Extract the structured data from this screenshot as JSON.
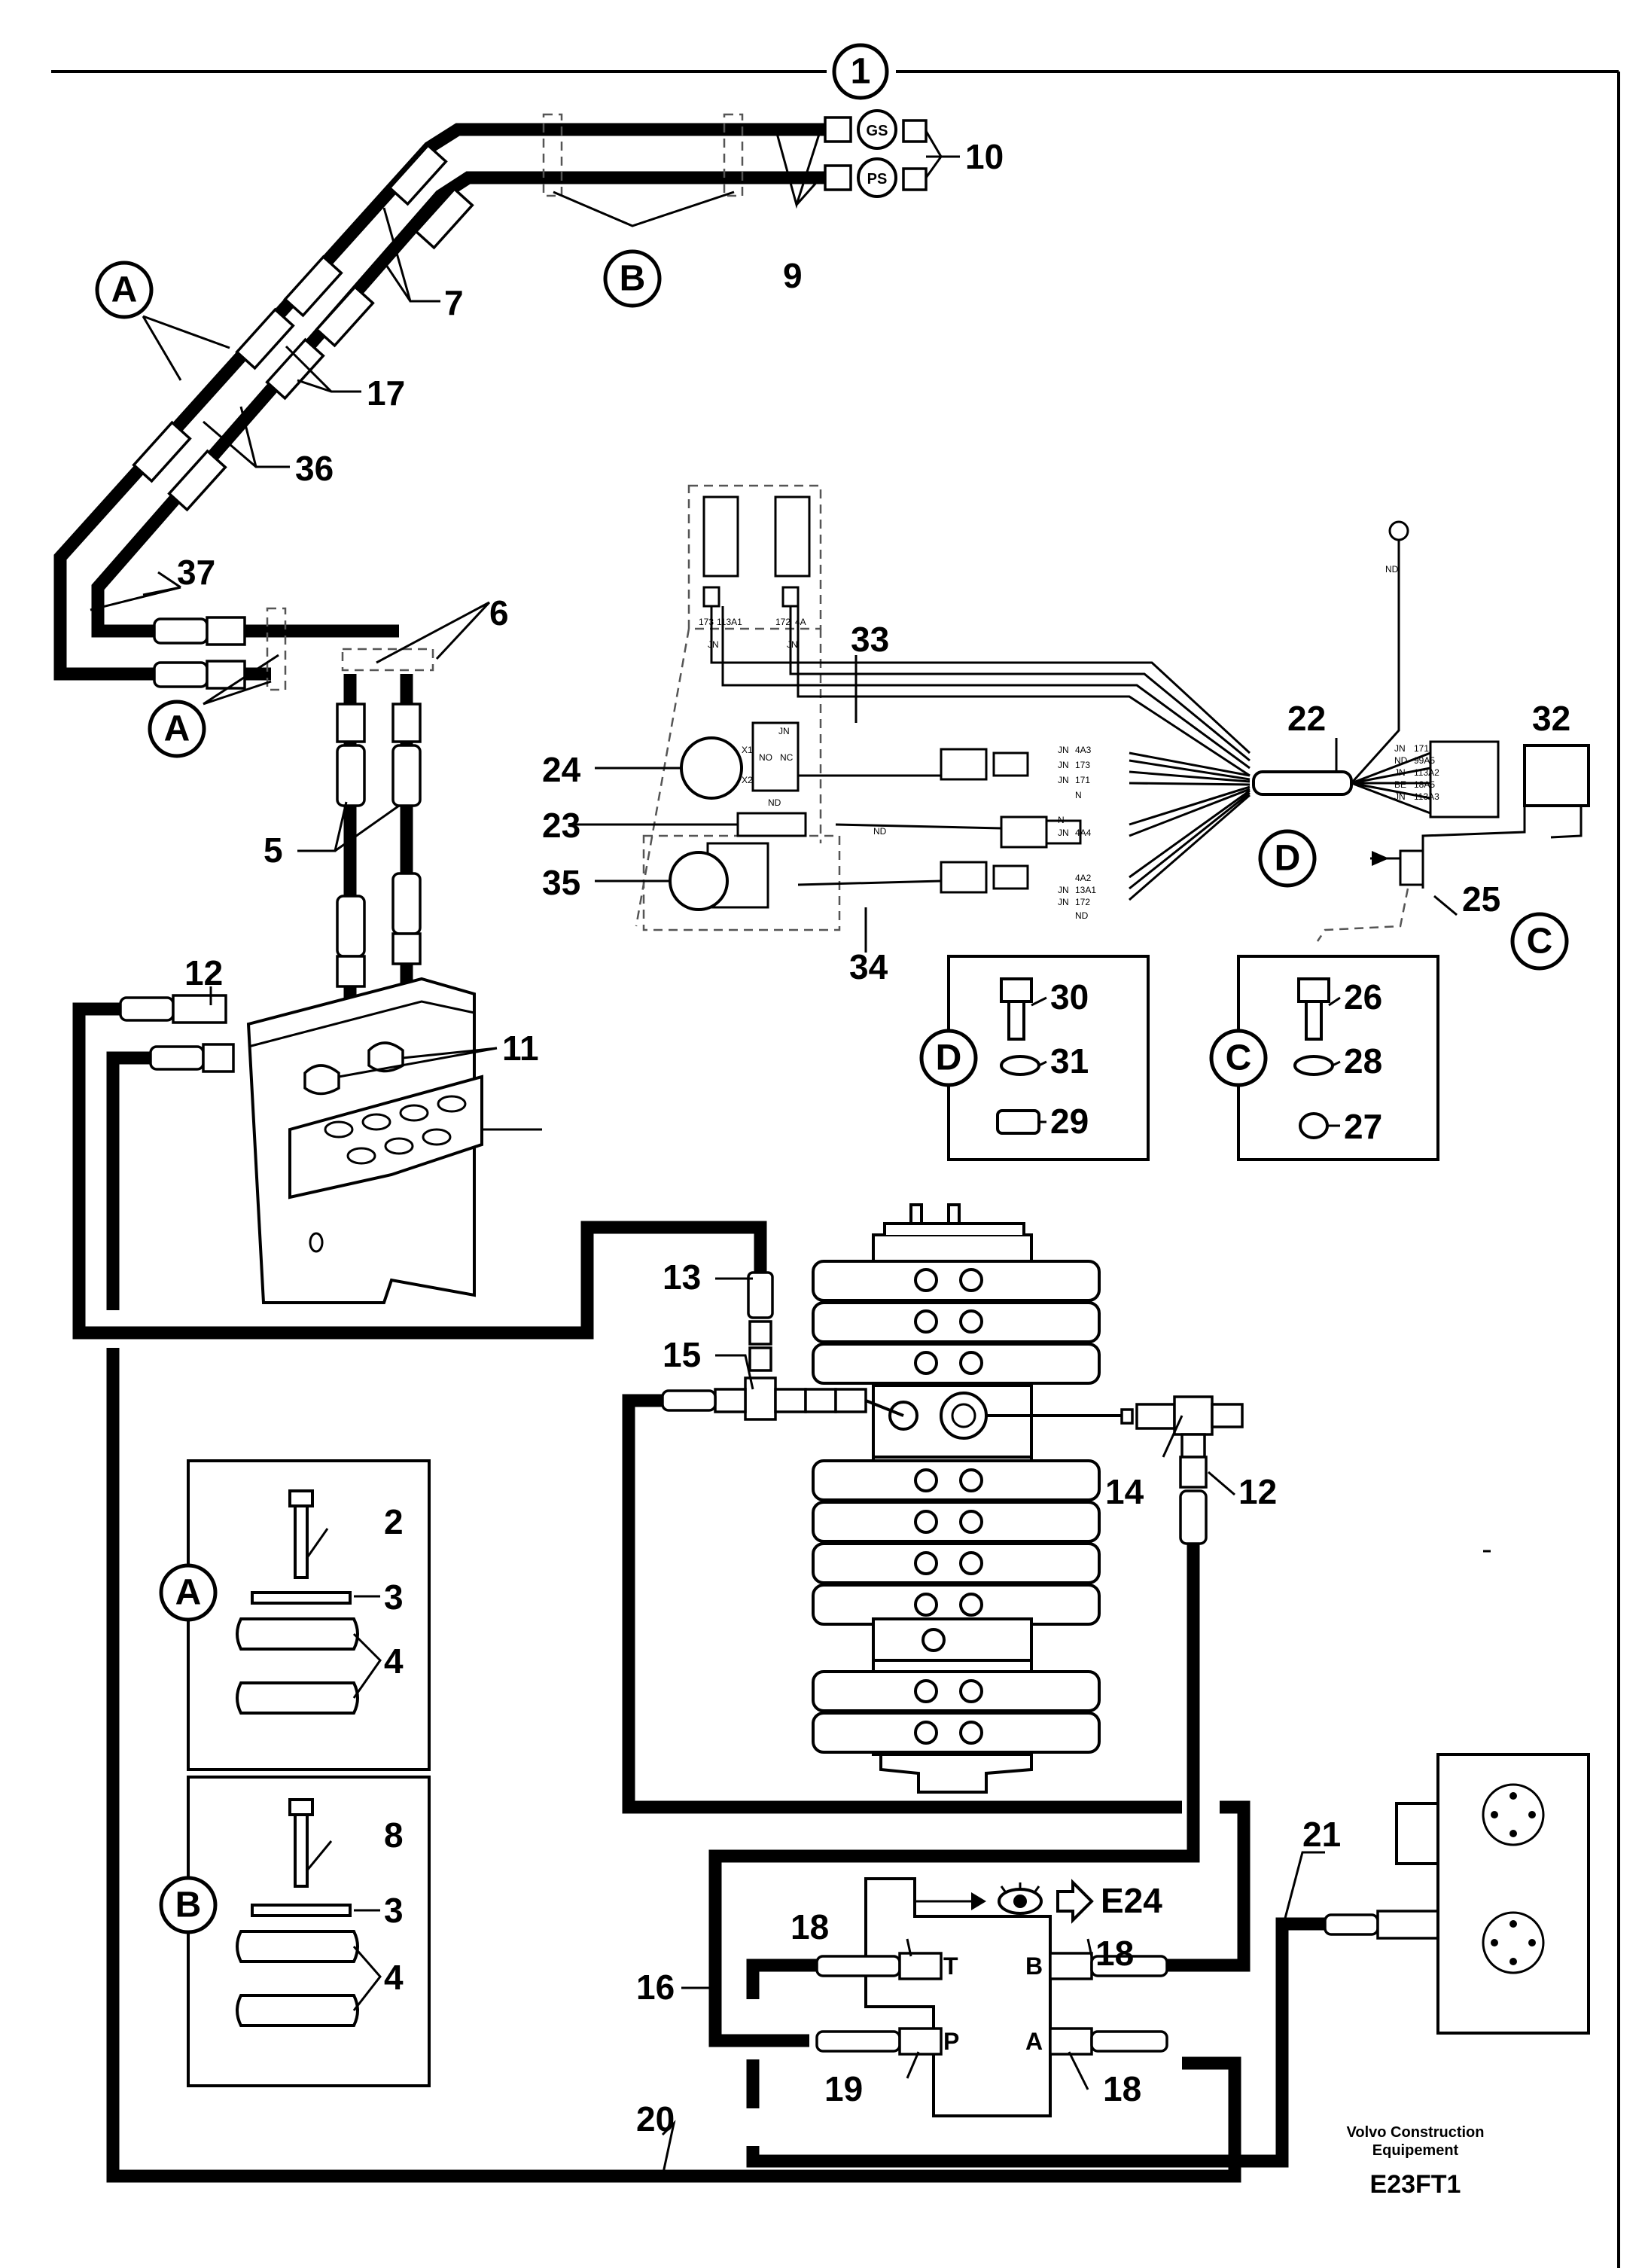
{
  "labels": {
    "n1": "1",
    "n2": "2",
    "n3a": "3",
    "n3b": "3",
    "n4a": "4",
    "n4b": "4",
    "n5": "5",
    "n6": "6",
    "n7": "7",
    "n8": "8",
    "n9": "9",
    "n10": "10",
    "n11": "11",
    "n12a": "12",
    "n12b": "12",
    "n13": "13",
    "n14": "14",
    "n15": "15",
    "n16": "16",
    "n17": "17",
    "n18a": "18",
    "n18b": "18",
    "n18c": "18",
    "n19": "19",
    "n20": "20",
    "n21": "21",
    "n22": "22",
    "n23": "23",
    "n24": "24",
    "n25": "25",
    "n26": "26",
    "n27": "27",
    "n28": "28",
    "n29": "29",
    "n30": "30",
    "n31": "31",
    "n32": "32",
    "n33": "33",
    "n34": "34",
    "n35": "35",
    "n36": "36",
    "n37": "37"
  },
  "callouts": {
    "A1": "A",
    "A2": "A",
    "B1": "B",
    "C1": "C",
    "D1": "D",
    "detailA": "A",
    "detailB": "B",
    "detailC": "C",
    "detailD": "D"
  },
  "gauges": {
    "gs": "GS",
    "ps": "PS"
  },
  "ports": {
    "t": "T",
    "p": "P",
    "b": "B",
    "a": "A"
  },
  "reference": {
    "see_also": "E24"
  },
  "wire_codes": [
    "JN",
    "4A3",
    "JN",
    "173",
    "JN",
    "171",
    "N",
    "JN",
    "4A4",
    "N",
    "ND",
    "4A2",
    "JN",
    "13A1",
    "JN",
    "172",
    "ND",
    "JN",
    "171",
    "ND",
    "99A5",
    "JN",
    "113A2",
    "BE",
    "18A5",
    "JN",
    "113A3",
    "ND",
    "173",
    "113A1",
    "172",
    "4A",
    "JN",
    "JN",
    "X1",
    "X2",
    "NO",
    "NC",
    "JN",
    "ND"
  ],
  "footer": {
    "company_line1": "Volvo Construction",
    "company_line2": "Equipement",
    "figure_code": "E23FT1"
  }
}
